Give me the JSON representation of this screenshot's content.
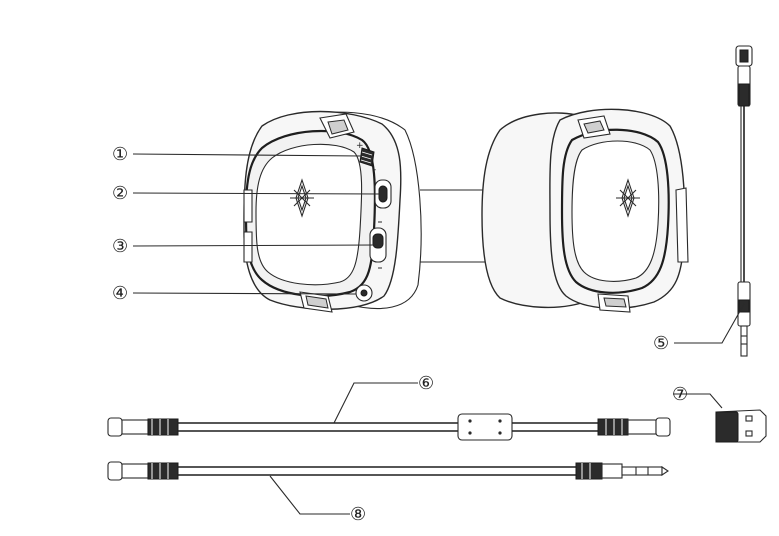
{
  "callouts": [
    {
      "label": "①"
    },
    {
      "label": "②"
    },
    {
      "label": "③"
    },
    {
      "label": "④"
    },
    {
      "label": "⑤"
    },
    {
      "label": "⑥"
    },
    {
      "label": "⑦"
    },
    {
      "label": "⑧"
    }
  ],
  "volume_marks": {
    "plus": "+",
    "minus": "-"
  },
  "icons": [
    "volume-wheel-icon",
    "power-button-icon",
    "mic-mute-switch-icon",
    "mic-port-icon",
    "logo-icon"
  ]
}
